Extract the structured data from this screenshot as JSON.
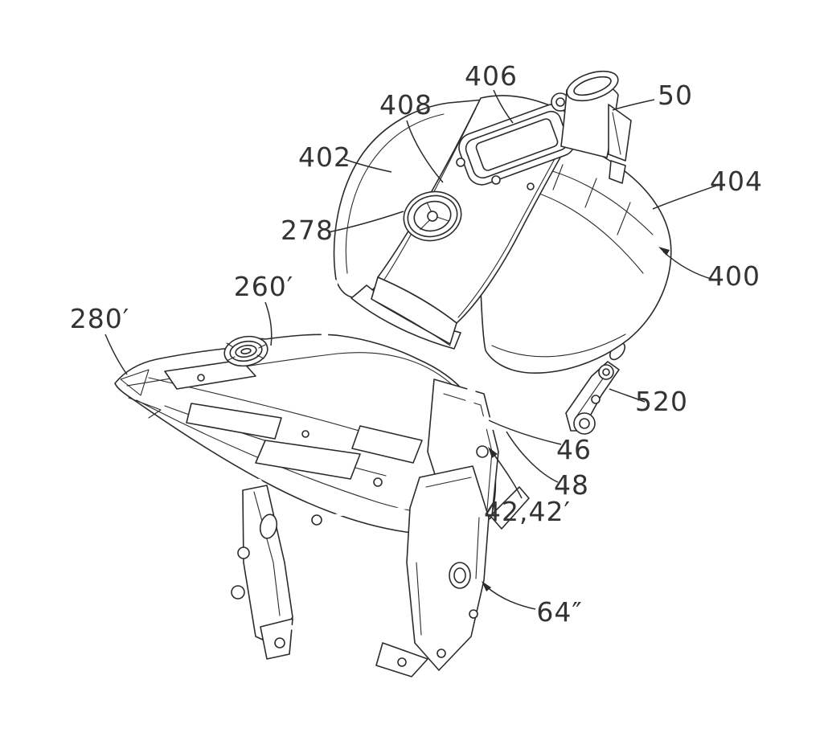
{
  "figure": {
    "kind": "patent line drawing",
    "subject": "Motorcycle frame with fuel tank, console, seat base, mounting brackets and cradle plates, perspective view",
    "background_color": "#ffffff",
    "line_color": "#2b2b2b",
    "label_color": "#333333"
  },
  "labels": [
    {
      "text": "406",
      "arrowhead": false
    },
    {
      "text": "408",
      "arrowhead": false
    },
    {
      "text": "402",
      "arrowhead": false
    },
    {
      "text": "278",
      "arrowhead": false
    },
    {
      "text": "50",
      "arrowhead": false
    },
    {
      "text": "404",
      "arrowhead": false
    },
    {
      "text": "400",
      "arrowhead": true
    },
    {
      "text": "260′",
      "arrowhead": false
    },
    {
      "text": "280′",
      "arrowhead": false
    },
    {
      "text": "520",
      "arrowhead": false
    },
    {
      "text": "46",
      "arrowhead": false
    },
    {
      "text": "48",
      "arrowhead": false
    },
    {
      "text": "42,42′",
      "arrowhead": true
    },
    {
      "text": "64″",
      "arrowhead": true
    }
  ]
}
